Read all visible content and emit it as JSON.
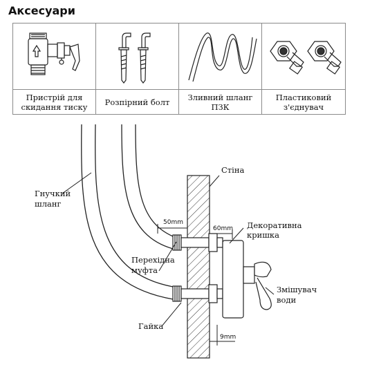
{
  "heading": "Аксесуари",
  "accessories": [
    {
      "icon": "pressure-relief-valve-icon",
      "label": "Пристрій для\nскидання тиску"
    },
    {
      "icon": "expansion-bolt-icon",
      "label": "Розпірний болт"
    },
    {
      "icon": "drain-hose-icon",
      "label": "Зливний шланг\nПЗК"
    },
    {
      "icon": "plastic-connector-icon",
      "label": "Пластиковий\nз'єднувач"
    }
  ],
  "diagram": {
    "labels": {
      "wall": "Стіна",
      "flexible_hose": "Гнучкий\nшланг",
      "decorative_cover": "Декоративна\nкришка",
      "adapter": "Перехідна\nмуфта",
      "mixer": "Змішувач\nводи",
      "nut": "Гайка"
    },
    "dimensions": {
      "d1": "50mm",
      "d2": "60mm",
      "d3": "9mm"
    }
  }
}
